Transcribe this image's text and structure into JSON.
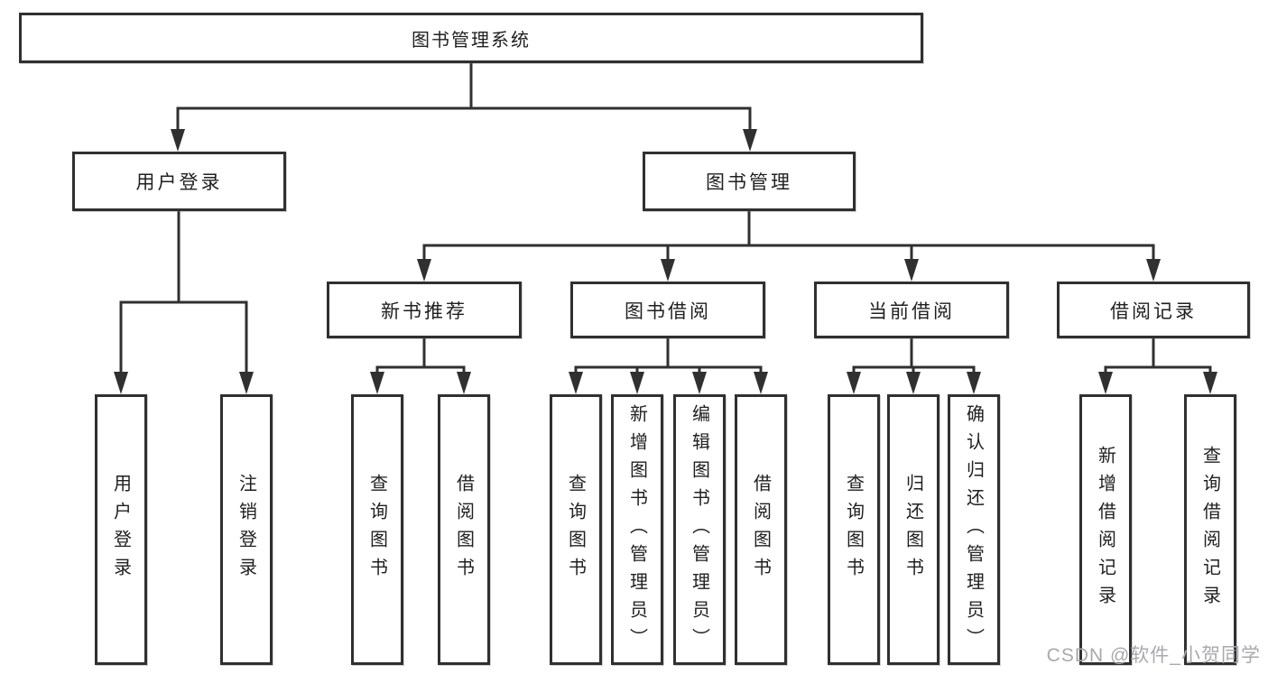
{
  "diagram": {
    "title": "图书管理系统",
    "watermark": "CSDN @软件_小贺同学",
    "colors": {
      "line": "#303030",
      "text": "#1f1f1f",
      "watermark": "#a9a9ad",
      "background": "#ffffff"
    },
    "tree": {
      "root": {
        "label": "图书管理系统"
      },
      "branches": [
        {
          "label": "用户登录",
          "children": [
            {
              "label": "用户登录"
            },
            {
              "label": "注销登录"
            }
          ]
        },
        {
          "label": "图书管理",
          "children": [
            {
              "label": "新书推荐",
              "children": [
                {
                  "label": "查询图书"
                },
                {
                  "label": "借阅图书"
                }
              ]
            },
            {
              "label": "图书借阅",
              "children": [
                {
                  "label": "查询图书"
                },
                {
                  "label": "新增图书（管理员）"
                },
                {
                  "label": "编辑图书（管理员）"
                },
                {
                  "label": "借阅图书"
                }
              ]
            },
            {
              "label": "当前借阅",
              "children": [
                {
                  "label": "查询图书"
                },
                {
                  "label": "归还图书"
                },
                {
                  "label": "确认归还（管理员）"
                }
              ]
            },
            {
              "label": "借阅记录",
              "children": [
                {
                  "label": "新增借阅记录"
                },
                {
                  "label": "查询借阅记录"
                }
              ]
            }
          ]
        }
      ]
    }
  }
}
